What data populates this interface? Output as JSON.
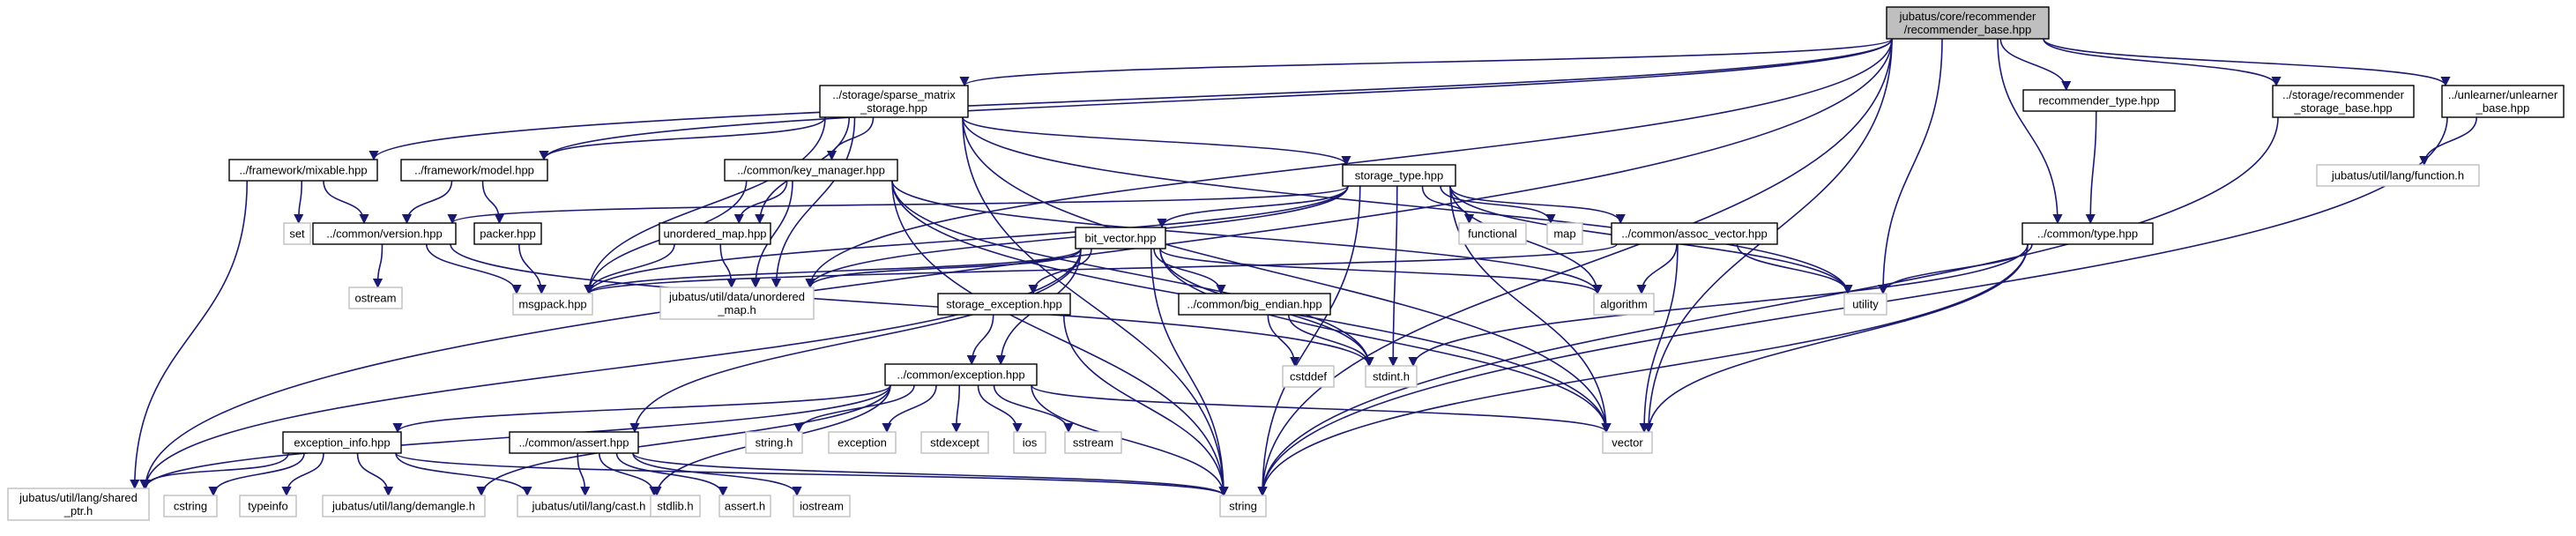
{
  "diagram": {
    "type": "include-dependency-graph",
    "root": "recommender_base",
    "nodes": [
      {
        "id": "recommender_base",
        "lines": [
          "jubatus/core/recommender",
          "/recommender_base.hpp"
        ],
        "kind": "root"
      },
      {
        "id": "sparse_matrix",
        "lines": [
          "../storage/sparse_matrix",
          "_storage.hpp"
        ],
        "kind": "local"
      },
      {
        "id": "recommender_type",
        "lines": [
          "recommender_type.hpp"
        ],
        "kind": "local"
      },
      {
        "id": "recommender_storage",
        "lines": [
          "../storage/recommender",
          "_storage_base.hpp"
        ],
        "kind": "local"
      },
      {
        "id": "unlearner_base",
        "lines": [
          "../unlearner/unlearner",
          "_base.hpp"
        ],
        "kind": "local"
      },
      {
        "id": "mixable",
        "lines": [
          "../framework/mixable.hpp"
        ],
        "kind": "local"
      },
      {
        "id": "model",
        "lines": [
          "../framework/model.hpp"
        ],
        "kind": "local"
      },
      {
        "id": "key_manager",
        "lines": [
          "../common/key_manager.hpp"
        ],
        "kind": "local"
      },
      {
        "id": "storage_type",
        "lines": [
          "storage_type.hpp"
        ],
        "kind": "local"
      },
      {
        "id": "lang_function",
        "lines": [
          "jubatus/util/lang/function.h"
        ],
        "kind": "external"
      },
      {
        "id": "set",
        "lines": [
          "set"
        ],
        "kind": "external"
      },
      {
        "id": "version",
        "lines": [
          "../common/version.hpp"
        ],
        "kind": "local"
      },
      {
        "id": "packer",
        "lines": [
          "packer.hpp"
        ],
        "kind": "local"
      },
      {
        "id": "unordered_map",
        "lines": [
          "unordered_map.hpp"
        ],
        "kind": "local"
      },
      {
        "id": "functional",
        "lines": [
          "functional"
        ],
        "kind": "external"
      },
      {
        "id": "map",
        "lines": [
          "map"
        ],
        "kind": "external"
      },
      {
        "id": "assoc_vector",
        "lines": [
          "../common/assoc_vector.hpp"
        ],
        "kind": "local"
      },
      {
        "id": "common_type",
        "lines": [
          "../common/type.hpp"
        ],
        "kind": "local"
      },
      {
        "id": "bit_vector",
        "lines": [
          "bit_vector.hpp"
        ],
        "kind": "local"
      },
      {
        "id": "ostream",
        "lines": [
          "ostream"
        ],
        "kind": "external"
      },
      {
        "id": "msgpack",
        "lines": [
          "msgpack.hpp"
        ],
        "kind": "external"
      },
      {
        "id": "util_unordered_map",
        "lines": [
          "jubatus/util/data/unordered",
          "_map.h"
        ],
        "kind": "external"
      },
      {
        "id": "algorithm",
        "lines": [
          "algorithm"
        ],
        "kind": "external"
      },
      {
        "id": "utility",
        "lines": [
          "utility"
        ],
        "kind": "external"
      },
      {
        "id": "storage_exception",
        "lines": [
          "storage_exception.hpp"
        ],
        "kind": "local"
      },
      {
        "id": "big_endian",
        "lines": [
          "../common/big_endian.hpp"
        ],
        "kind": "local"
      },
      {
        "id": "cstddef",
        "lines": [
          "cstddef"
        ],
        "kind": "external"
      },
      {
        "id": "stdint",
        "lines": [
          "stdint.h"
        ],
        "kind": "external"
      },
      {
        "id": "exception_hpp",
        "lines": [
          "../common/exception.hpp"
        ],
        "kind": "local"
      },
      {
        "id": "exception_info",
        "lines": [
          "exception_info.hpp"
        ],
        "kind": "local"
      },
      {
        "id": "assert_hpp",
        "lines": [
          "../common/assert.hpp"
        ],
        "kind": "local"
      },
      {
        "id": "string_h",
        "lines": [
          "string.h"
        ],
        "kind": "external"
      },
      {
        "id": "exception",
        "lines": [
          "exception"
        ],
        "kind": "external"
      },
      {
        "id": "stdexcept",
        "lines": [
          "stdexcept"
        ],
        "kind": "external"
      },
      {
        "id": "ios",
        "lines": [
          "ios"
        ],
        "kind": "external"
      },
      {
        "id": "sstream",
        "lines": [
          "sstream"
        ],
        "kind": "external"
      },
      {
        "id": "vector",
        "lines": [
          "vector"
        ],
        "kind": "external"
      },
      {
        "id": "shared_ptr",
        "lines": [
          "jubatus/util/lang/shared",
          "_ptr.h"
        ],
        "kind": "external"
      },
      {
        "id": "cstring",
        "lines": [
          "cstring"
        ],
        "kind": "external"
      },
      {
        "id": "typeinfo",
        "lines": [
          "typeinfo"
        ],
        "kind": "external"
      },
      {
        "id": "demangle",
        "lines": [
          "jubatus/util/lang/demangle.h"
        ],
        "kind": "external"
      },
      {
        "id": "cast",
        "lines": [
          "jubatus/util/lang/cast.h"
        ],
        "kind": "external"
      },
      {
        "id": "stdlib",
        "lines": [
          "stdlib.h"
        ],
        "kind": "external"
      },
      {
        "id": "assert_h",
        "lines": [
          "assert.h"
        ],
        "kind": "external"
      },
      {
        "id": "iostream",
        "lines": [
          "iostream"
        ],
        "kind": "external"
      },
      {
        "id": "string",
        "lines": [
          "string"
        ],
        "kind": "external"
      }
    ],
    "edges": [
      [
        "recommender_base",
        "sparse_matrix"
      ],
      [
        "recommender_base",
        "recommender_type"
      ],
      [
        "recommender_base",
        "recommender_storage"
      ],
      [
        "recommender_base",
        "unlearner_base"
      ],
      [
        "recommender_base",
        "mixable"
      ],
      [
        "recommender_base",
        "model"
      ],
      [
        "recommender_base",
        "common_type"
      ],
      [
        "recommender_base",
        "utility"
      ],
      [
        "recommender_base",
        "vector"
      ],
      [
        "recommender_base",
        "string"
      ],
      [
        "recommender_base",
        "shared_ptr"
      ],
      [
        "recommender_base",
        "util_unordered_map"
      ],
      [
        "sparse_matrix",
        "model"
      ],
      [
        "sparse_matrix",
        "key_manager"
      ],
      [
        "sparse_matrix",
        "storage_type"
      ],
      [
        "sparse_matrix",
        "unordered_map"
      ],
      [
        "sparse_matrix",
        "msgpack"
      ],
      [
        "sparse_matrix",
        "util_unordered_map"
      ],
      [
        "sparse_matrix",
        "utility"
      ],
      [
        "sparse_matrix",
        "vector"
      ],
      [
        "sparse_matrix",
        "string"
      ],
      [
        "recommender_type",
        "common_type"
      ],
      [
        "recommender_storage",
        "string"
      ],
      [
        "unlearner_base",
        "lang_function"
      ],
      [
        "unlearner_base",
        "string"
      ],
      [
        "mixable",
        "set"
      ],
      [
        "mixable",
        "version"
      ],
      [
        "mixable",
        "shared_ptr"
      ],
      [
        "model",
        "version"
      ],
      [
        "model",
        "packer"
      ],
      [
        "key_manager",
        "unordered_map"
      ],
      [
        "key_manager",
        "msgpack"
      ],
      [
        "key_manager",
        "util_unordered_map"
      ],
      [
        "key_manager",
        "algorithm"
      ],
      [
        "key_manager",
        "vector"
      ],
      [
        "key_manager",
        "string"
      ],
      [
        "key_manager",
        "stdint"
      ],
      [
        "storage_type",
        "version"
      ],
      [
        "storage_type",
        "msgpack"
      ],
      [
        "storage_type",
        "util_unordered_map"
      ],
      [
        "storage_type",
        "functional"
      ],
      [
        "storage_type",
        "map"
      ],
      [
        "storage_type",
        "assoc_vector"
      ],
      [
        "storage_type",
        "bit_vector"
      ],
      [
        "storage_type",
        "algorithm"
      ],
      [
        "storage_type",
        "utility"
      ],
      [
        "storage_type",
        "vector"
      ],
      [
        "storage_type",
        "string"
      ],
      [
        "storage_type",
        "stdint"
      ],
      [
        "version",
        "ostream"
      ],
      [
        "version",
        "msgpack"
      ],
      [
        "version",
        "stdint"
      ],
      [
        "packer",
        "msgpack"
      ],
      [
        "unordered_map",
        "msgpack"
      ],
      [
        "unordered_map",
        "util_unordered_map"
      ],
      [
        "assoc_vector",
        "msgpack"
      ],
      [
        "assoc_vector",
        "algorithm"
      ],
      [
        "assoc_vector",
        "utility"
      ],
      [
        "assoc_vector",
        "vector"
      ],
      [
        "common_type",
        "utility"
      ],
      [
        "common_type",
        "stdint"
      ],
      [
        "common_type",
        "vector"
      ],
      [
        "common_type",
        "string"
      ],
      [
        "bit_vector",
        "msgpack"
      ],
      [
        "bit_vector",
        "util_unordered_map"
      ],
      [
        "bit_vector",
        "algorithm"
      ],
      [
        "bit_vector",
        "storage_exception"
      ],
      [
        "bit_vector",
        "big_endian"
      ],
      [
        "bit_vector",
        "exception_hpp"
      ],
      [
        "bit_vector",
        "assert_hpp"
      ],
      [
        "bit_vector",
        "stdint"
      ],
      [
        "bit_vector",
        "vector"
      ],
      [
        "bit_vector",
        "string"
      ],
      [
        "bit_vector",
        "shared_ptr"
      ],
      [
        "storage_exception",
        "exception_hpp"
      ],
      [
        "storage_exception",
        "string"
      ],
      [
        "big_endian",
        "cstddef"
      ],
      [
        "big_endian",
        "stdint"
      ],
      [
        "exception_hpp",
        "exception_info"
      ],
      [
        "exception_hpp",
        "string_h"
      ],
      [
        "exception_hpp",
        "exception"
      ],
      [
        "exception_hpp",
        "stdexcept"
      ],
      [
        "exception_hpp",
        "ios"
      ],
      [
        "exception_hpp",
        "sstream"
      ],
      [
        "exception_hpp",
        "vector"
      ],
      [
        "exception_hpp",
        "string"
      ],
      [
        "exception_hpp",
        "shared_ptr"
      ],
      [
        "exception_hpp",
        "demangle"
      ],
      [
        "exception_hpp",
        "cast"
      ],
      [
        "exception_info",
        "shared_ptr"
      ],
      [
        "exception_info",
        "cstring"
      ],
      [
        "exception_info",
        "typeinfo"
      ],
      [
        "exception_info",
        "demangle"
      ],
      [
        "exception_info",
        "cast"
      ],
      [
        "exception_info",
        "string"
      ],
      [
        "assert_hpp",
        "cast"
      ],
      [
        "assert_hpp",
        "stdlib"
      ],
      [
        "assert_hpp",
        "assert_h"
      ],
      [
        "assert_hpp",
        "iostream"
      ],
      [
        "assert_hpp",
        "string"
      ]
    ]
  },
  "colors": {
    "edge": "#191970",
    "local_border": "#000000",
    "external_border": "#bfbfbf",
    "root_fill": "#bfbfbf"
  }
}
